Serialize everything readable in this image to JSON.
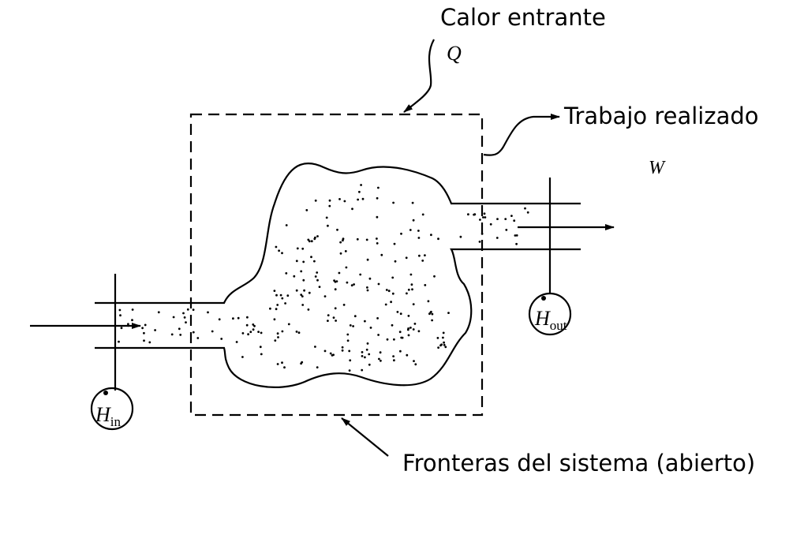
{
  "labels": {
    "heat_in": "Calor entrante",
    "heat_symbol": "Q",
    "work_done": "Trabajo realizado",
    "work_symbol": "W",
    "boundary": "Fronteras del sistema (abierto)",
    "enthalpy_in_symbol": "H",
    "enthalpy_in_subscript": "in",
    "enthalpy_out_symbol": "H",
    "enthalpy_out_subscript": "out"
  }
}
